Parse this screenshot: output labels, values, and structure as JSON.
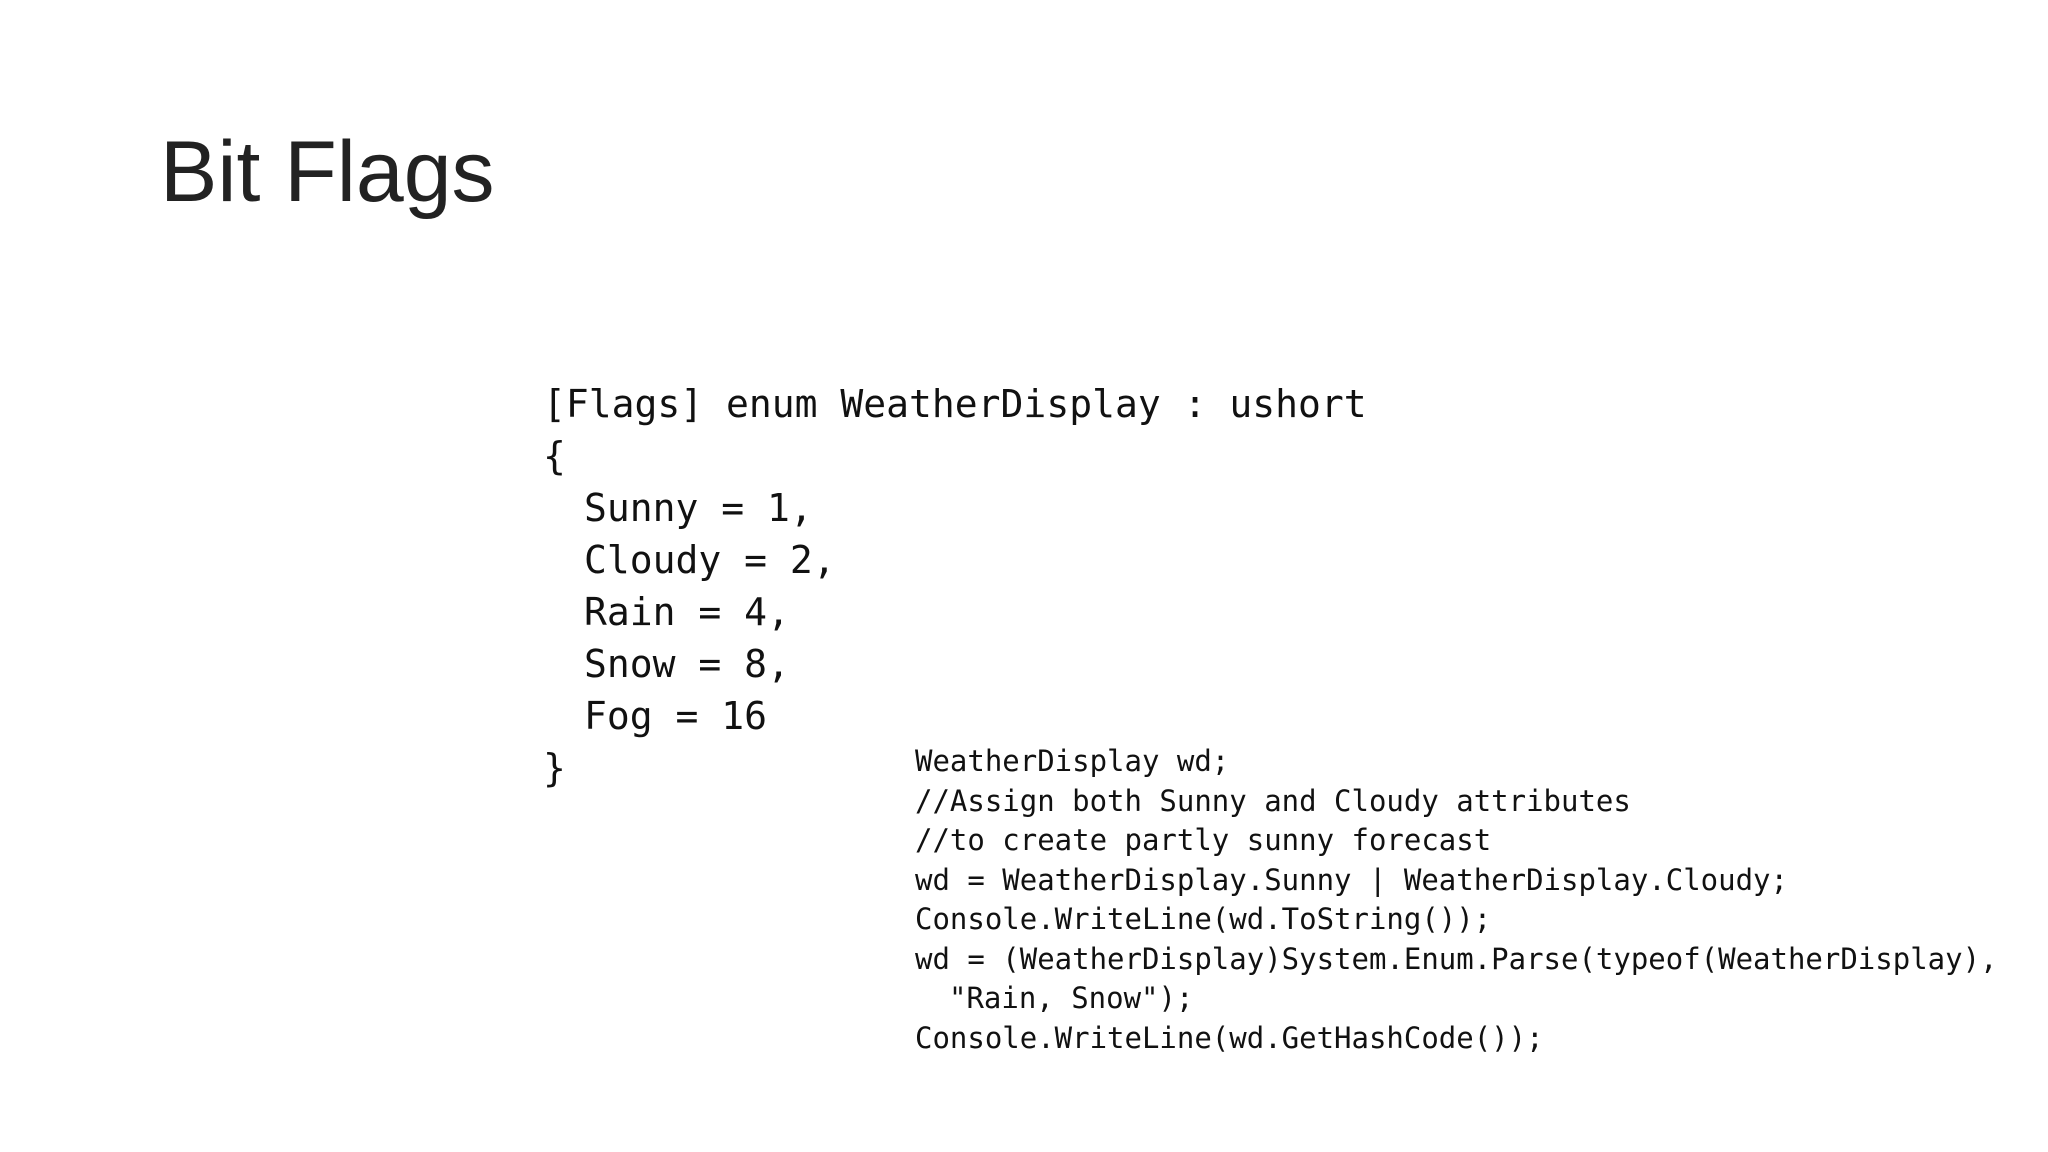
{
  "slide": {
    "title": "Bit Flags",
    "enum_code": [
      "[Flags] enum WeatherDisplay : ushort",
      "{",
      "Sunny = 1,",
      "Cloudy = 2,",
      "Rain = 4,",
      "Snow = 8,",
      "Fog = 16",
      "}"
    ],
    "usage_code": [
      "WeatherDisplay wd;",
      "//Assign both Sunny and Cloudy attributes",
      "//to create partly sunny forecast",
      "wd = WeatherDisplay.Sunny | WeatherDisplay.Cloudy;",
      "Console.WriteLine(wd.ToString());",
      "wd = (WeatherDisplay)System.Enum.Parse(typeof(WeatherDisplay),",
      "\"Rain, Snow\");",
      "Console.WriteLine(wd.GetHashCode());"
    ]
  }
}
